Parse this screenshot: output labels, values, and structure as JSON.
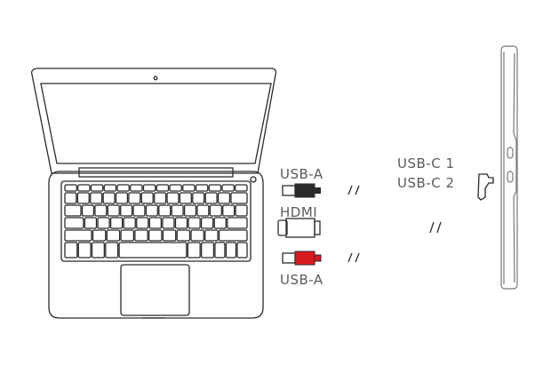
{
  "labels": {
    "usb_a_top": "USB-A",
    "hdmi": "HDMI",
    "usb_a_bottom": "USB-A",
    "usb_c_1": "USB-C 1",
    "usb_c_2": "USB-C 2"
  },
  "colors": {
    "usb_a_top_plug": "#2b2b2b",
    "usb_a_bottom_plug": "#d71920",
    "hdmi_plug": "#ffffff"
  }
}
